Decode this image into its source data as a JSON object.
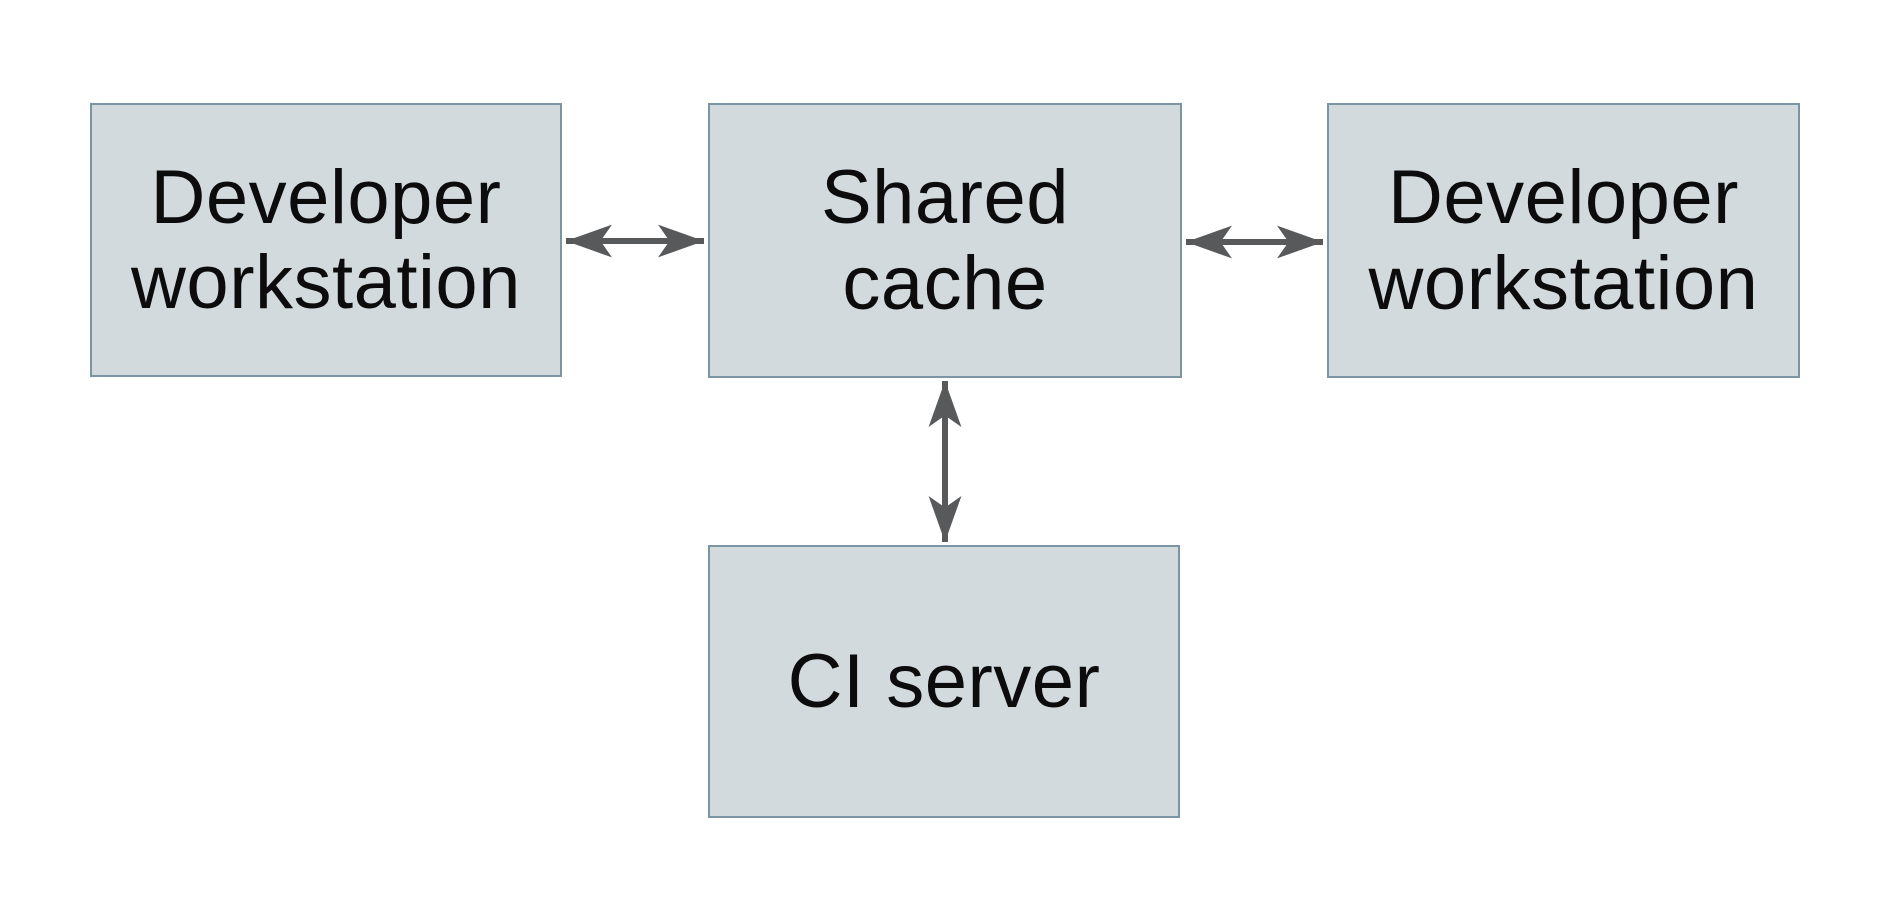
{
  "diagram": {
    "nodes": [
      {
        "id": "developer-workstation-left",
        "label": "Developer\nworkstation"
      },
      {
        "id": "shared-cache",
        "label": "Shared\ncache"
      },
      {
        "id": "developer-workstation-right",
        "label": "Developer\nworkstation"
      },
      {
        "id": "ci-server",
        "label": "CI server"
      }
    ],
    "edges": [
      {
        "from": "developer-workstation-left",
        "to": "shared-cache",
        "direction": "bidirectional"
      },
      {
        "from": "shared-cache",
        "to": "developer-workstation-right",
        "direction": "bidirectional"
      },
      {
        "from": "shared-cache",
        "to": "ci-server",
        "direction": "bidirectional"
      }
    ],
    "colors": {
      "node_fill": "#d3dade",
      "node_border": "#7b96a2",
      "arrow": "#58595b",
      "text": "#0c0c0d",
      "background": "#ffffff"
    }
  }
}
